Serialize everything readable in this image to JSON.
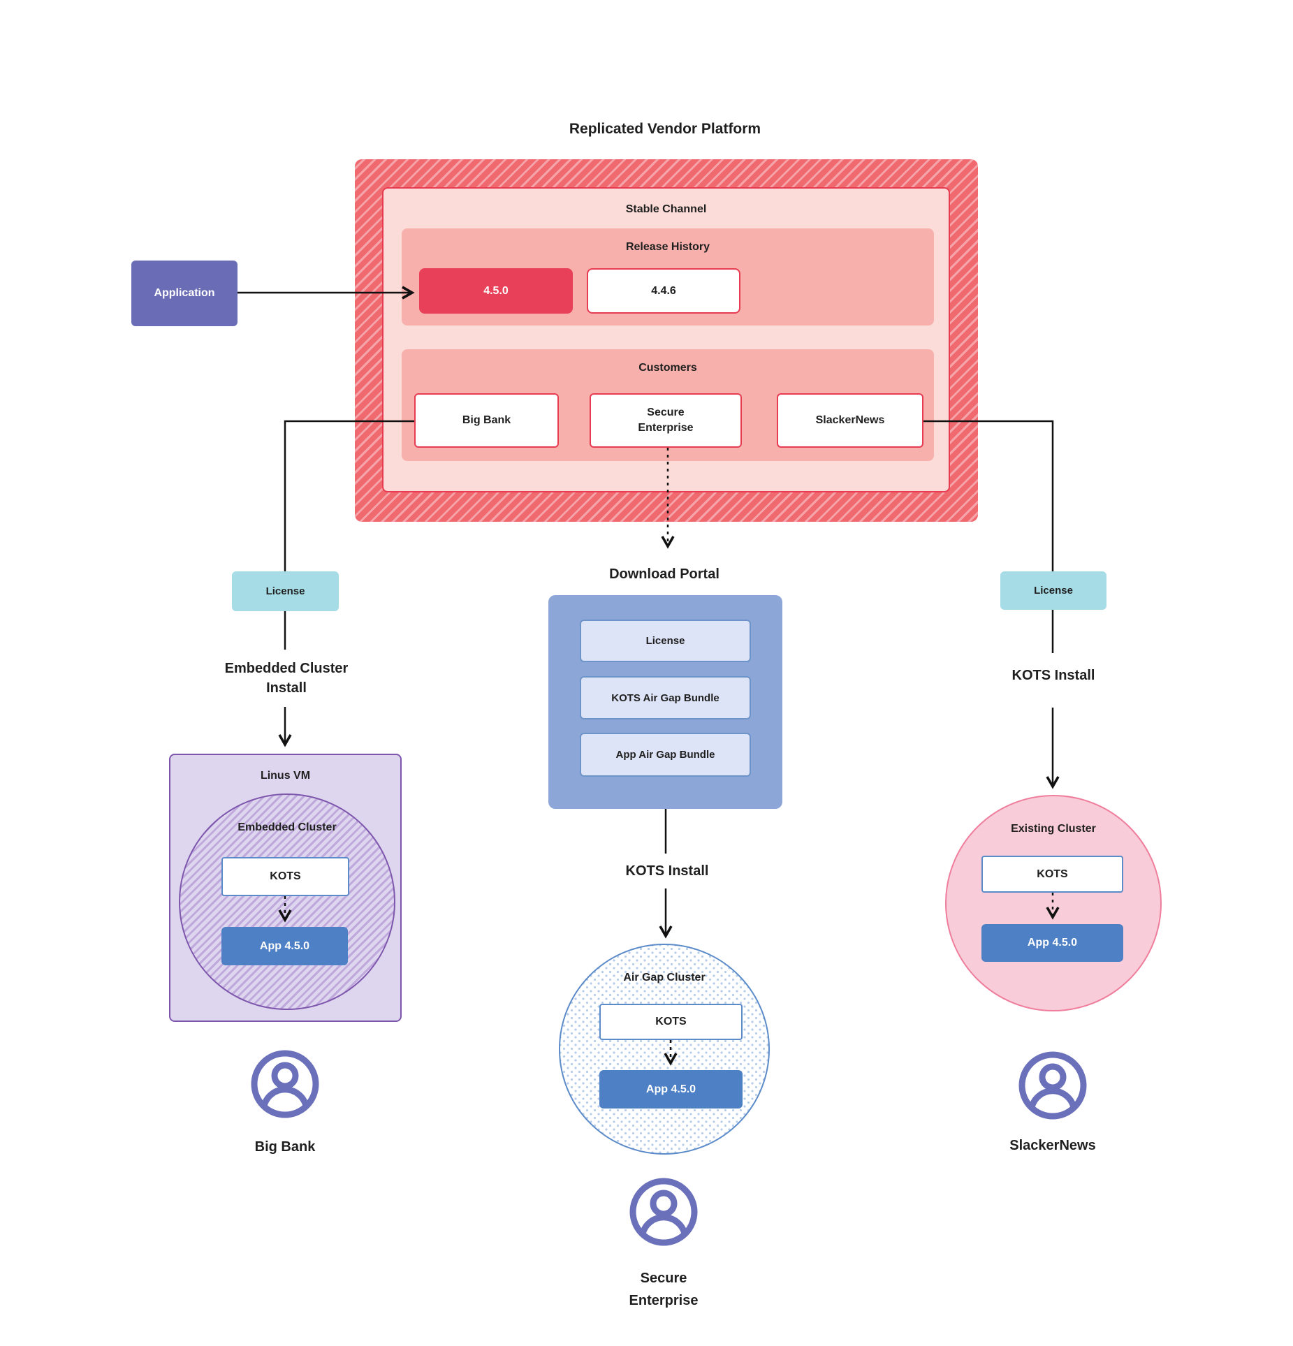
{
  "title": "Replicated Vendor Platform",
  "platform": {
    "channel_label": "Stable Channel",
    "release_history": {
      "label": "Release History",
      "current_release": "4.5.0",
      "previous_release": "4.4.6"
    },
    "customers": {
      "label": "Customers",
      "items": [
        "Big Bank",
        "Secure\nEnterprise",
        "SlackerNews"
      ]
    }
  },
  "application": {
    "label": "Application"
  },
  "licenses": {
    "left": "License",
    "right": "License"
  },
  "install_labels": {
    "embedded_cluster": "Embedded Cluster\nInstall",
    "kots_center": "KOTS Install",
    "kots_right": "KOTS Install"
  },
  "download_portal": {
    "title": "Download Portal",
    "items": [
      "License",
      "KOTS Air Gap Bundle",
      "App Air Gap Bundle"
    ]
  },
  "linux_vm": {
    "label": "Linus VM",
    "circle_label": "Embedded Cluster",
    "kots": "KOTS",
    "app": "App 4.5.0"
  },
  "air_gap": {
    "label": "Air Gap Cluster",
    "kots": "KOTS",
    "app": "App 4.5.0"
  },
  "existing": {
    "label": "Existing Cluster",
    "kots": "KOTS",
    "app": "App 4.5.0"
  },
  "personas": {
    "left": "Big Bank",
    "center": "Secure\nEnterprise",
    "right": "SlackerNews"
  },
  "colors": {
    "hatch_dark": "#f0696f",
    "hatch_light": "#f5a4a9",
    "channel_bg": "#fcdcd8",
    "panel_bg": "#f7b0ab",
    "red_border": "#e73b52",
    "current_release_bg": "#e84058",
    "application_bg": "#6a6cb5",
    "license_bg": "#a5dce6",
    "portal_bg": "#8ca7d7",
    "bundle_bg": "#dee4f7",
    "bundle_border": "#6d94c9",
    "app_bg": "#4d80c4",
    "kots_border": "#5c8bc9",
    "vm_bg": "#ded6ee",
    "vm_border": "#7e57ad",
    "vm_hatch": "#bfa8dc",
    "pink_circle_bg": "#f8ccd8",
    "pink_circle_border": "#ef7d9c",
    "dot_color": "#b7cde9",
    "persona_color": "#6b70ba",
    "connector_color": "#111111"
  }
}
